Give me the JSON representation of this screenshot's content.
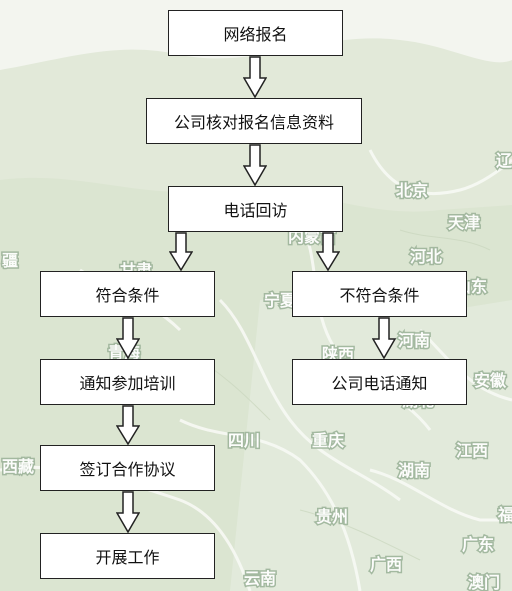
{
  "steps": {
    "register": "网络报名",
    "verify": "公司核对报名信息资料",
    "phone": "电话回访",
    "qualified": "符合条件",
    "unqualified": "不符合条件",
    "training": "通知参加培训",
    "notify": "公司电话通知",
    "contract": "签订合作协议",
    "start": "开展工作"
  },
  "map_labels": {
    "beijing": "北京",
    "tianjin": "天津",
    "hebei": "河北",
    "shandong": "山东",
    "liaoning": "辽",
    "neimenggu": "内蒙古",
    "ningxia": "宁夏",
    "gansu": "甘肃",
    "xinjiang": "疆",
    "qinghai": "青海",
    "shaanxi": "陕西",
    "henan": "河南",
    "anhui": "安徽",
    "hubei": "湖北",
    "sichuan": "四川",
    "chongqing": "重庆",
    "xizang": "西藏",
    "hunan": "湖南",
    "jiangxi": "江西",
    "guizhou": "贵州",
    "guangxi": "广西",
    "guangdong": "广东",
    "yunnan": "云南",
    "fujian": "福",
    "aomen": "澳门"
  },
  "colors": {
    "map_land": "#e3eadb",
    "map_land_dark": "#cfdcc4",
    "map_border": "#f6f8f3",
    "box_border": "#222222",
    "box_fill": "#ffffff"
  }
}
